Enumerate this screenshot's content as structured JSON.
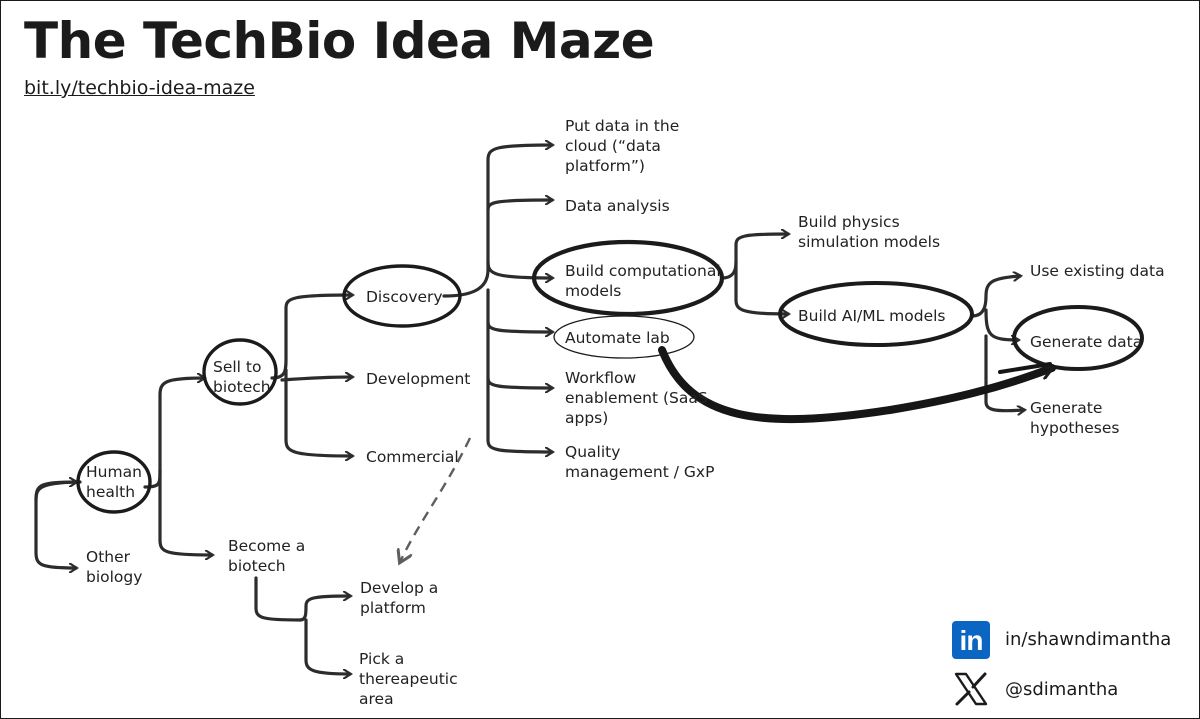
{
  "title": "The TechBio Idea Maze",
  "link": "bit.ly/techbio-idea-maze",
  "nodes": {
    "human_health": [
      "Human",
      "health"
    ],
    "other_biology": [
      "Other",
      "biology"
    ],
    "sell_to_biotech": [
      "Sell to",
      "biotech"
    ],
    "become_biotech": [
      "Become a",
      "biotech"
    ],
    "discovery": [
      "Discovery"
    ],
    "development": [
      "Development"
    ],
    "commercial": [
      "Commercial"
    ],
    "develop_platform": [
      "Develop a",
      "platform"
    ],
    "pick_area": [
      "Pick a",
      "thereapeutic",
      "area"
    ],
    "data_cloud": [
      "Put data in the",
      "cloud (“data",
      "platform”)"
    ],
    "data_analysis": [
      "Data analysis"
    ],
    "build_computational": [
      "Build computational",
      "models"
    ],
    "automate_lab": [
      "Automate lab"
    ],
    "workflow": [
      "Workflow",
      "enablement (SaaS",
      "apps)"
    ],
    "quality": [
      "Quality",
      "management / GxP"
    ],
    "physics": [
      "Build physics",
      "simulation models"
    ],
    "ai_ml": [
      "Build AI/ML models"
    ],
    "use_existing": [
      "Use existing data"
    ],
    "generate_data": [
      "Generate data"
    ],
    "generate_hypotheses": [
      "Generate",
      "hypotheses"
    ]
  },
  "social": {
    "linkedin_handle": "in/shawndimantha",
    "linkedin_icon_text": "in",
    "x_handle": "@sdimantha"
  },
  "colors": {
    "ink": "#1b1b1b",
    "linkedin": "#0a66c2"
  }
}
